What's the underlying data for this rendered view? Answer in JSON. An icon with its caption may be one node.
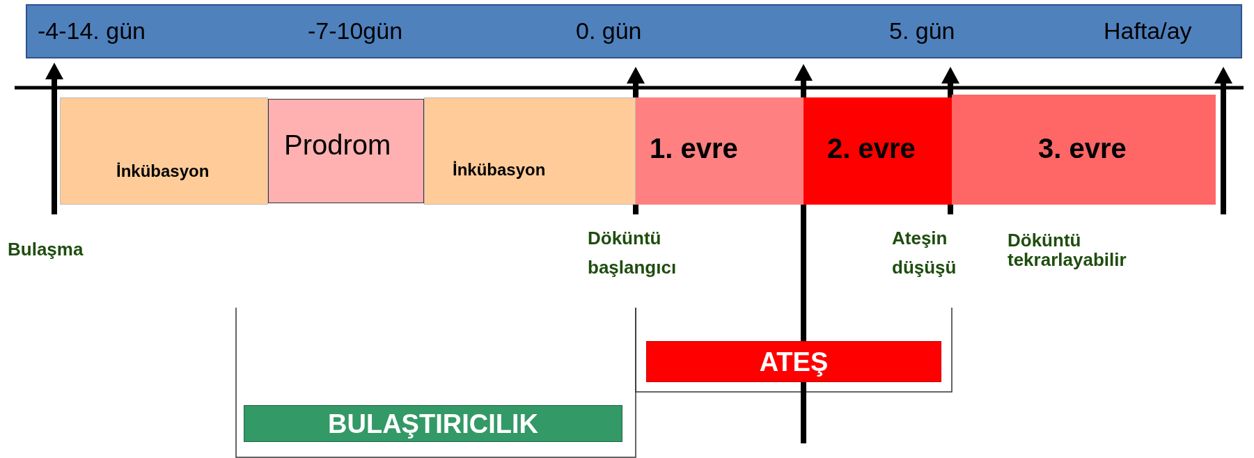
{
  "diagram": {
    "nodes": [
      {
        "text": [
          "-4-14. gün",
          "-7-10gün",
          "0. gün",
          "5. gün",
          "Hafta/ay"
        ]
      },
      {
        "text": [
          "İnkübasyon"
        ]
      },
      {
        "text": [
          "Prodrom"
        ]
      },
      {
        "text": [
          "İnkübasyon"
        ]
      },
      {
        "text": [
          "1. evre"
        ]
      },
      {
        "text": [
          "2. evre"
        ]
      },
      {
        "text": [
          "3. evre"
        ]
      },
      {
        "text": [
          "ATEŞ"
        ]
      },
      {
        "text": [
          "BULAŞTIRICILIK"
        ]
      }
    ],
    "labels": [
      "Bulaşma",
      "Döküntü başlangıcı",
      "Ateşin düşüşü",
      "Döküntü tekrarlayabilir"
    ]
  }
}
